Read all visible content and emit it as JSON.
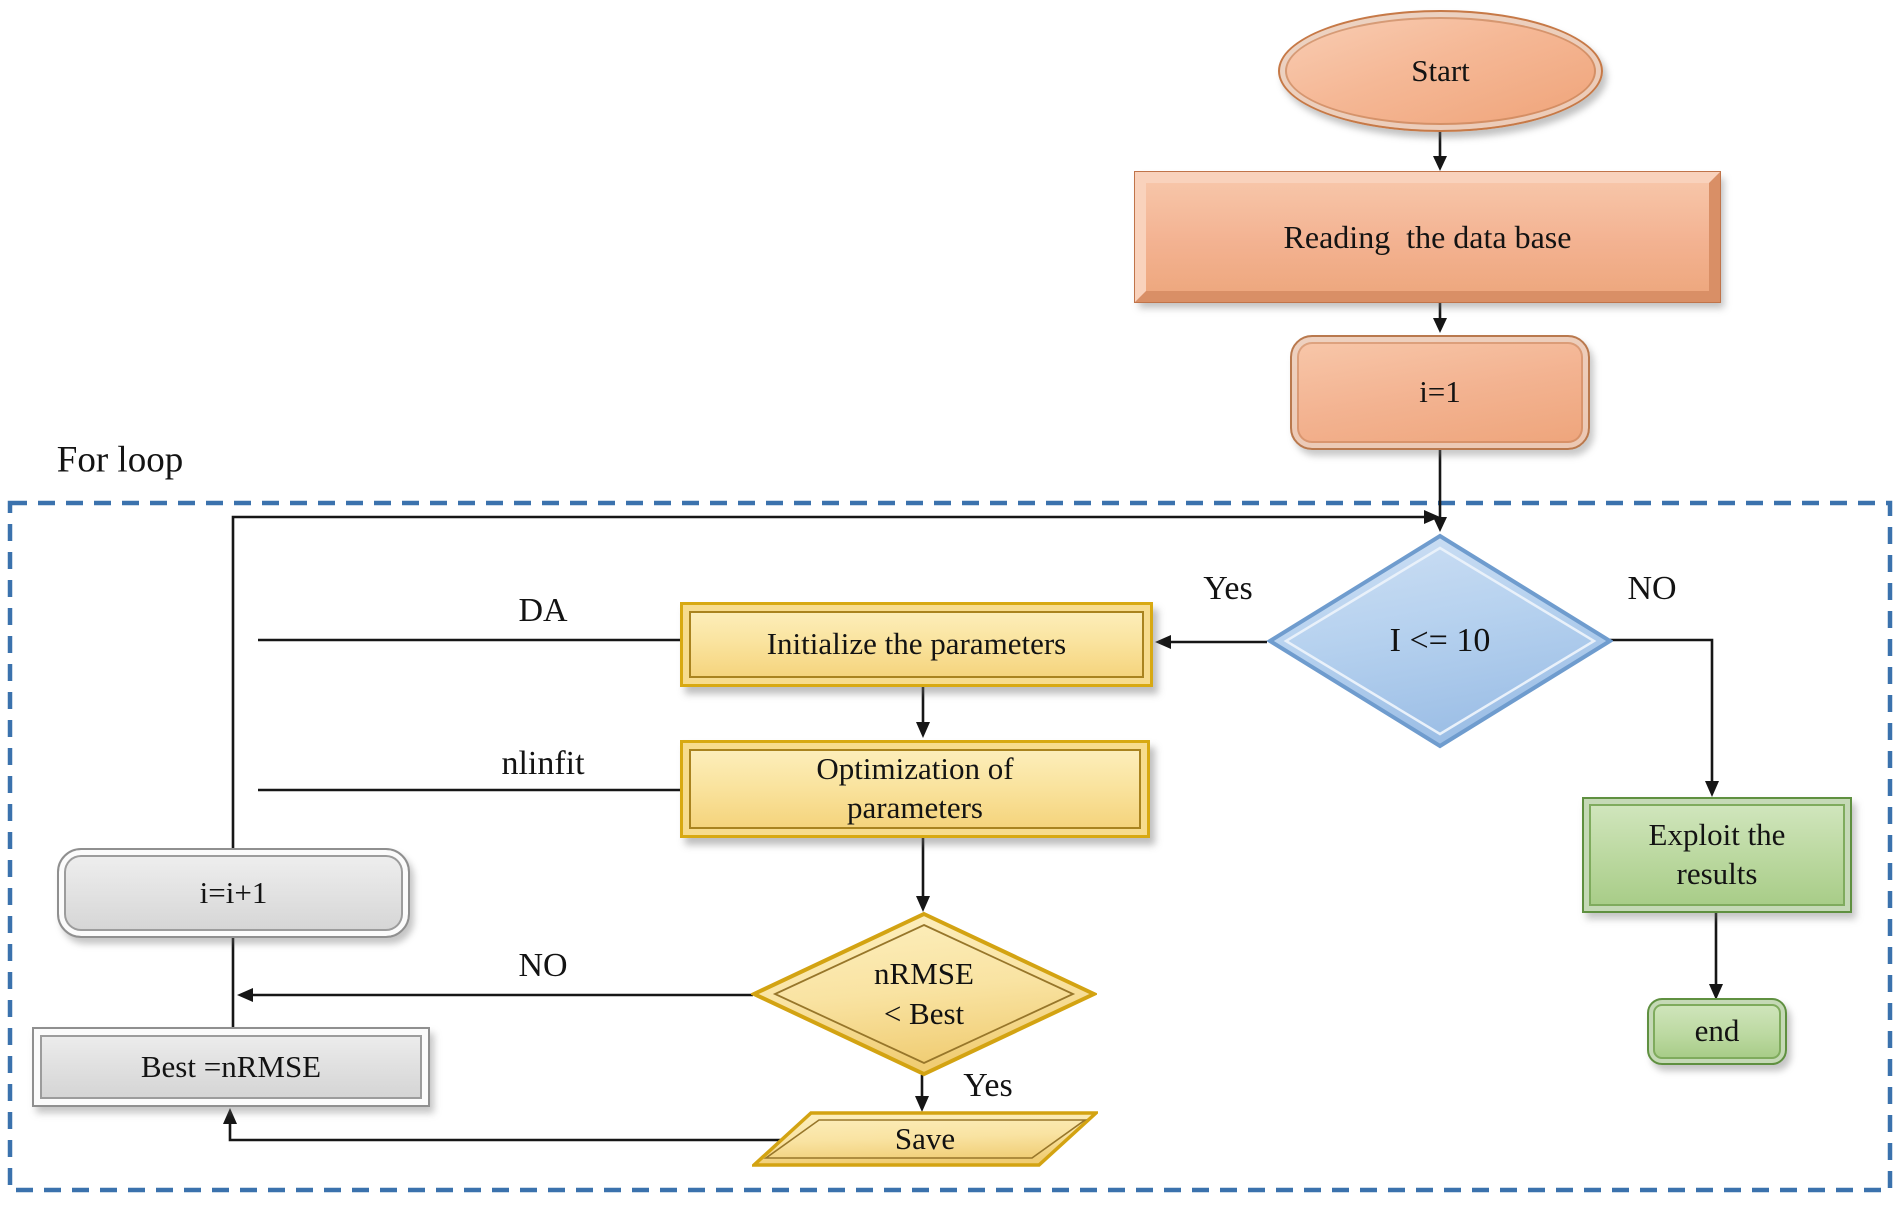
{
  "figure": {
    "type": "flowchart",
    "region_label": "For loop"
  },
  "nodes": {
    "start": {
      "label": "Start",
      "shape": "ellipse"
    },
    "read_db": {
      "label": "Reading  the data base",
      "shape": "process"
    },
    "init_i": {
      "label": "i=1",
      "shape": "rounded"
    },
    "loop_cond": {
      "label": "I <= 10",
      "shape": "decision"
    },
    "initialize": {
      "label": "Initialize the parameters",
      "shape": "process"
    },
    "optimize": {
      "label": "Optimization of\nparameters",
      "shape": "process"
    },
    "nrmse_cond": {
      "label": "nRMSE\n< Best",
      "shape": "decision"
    },
    "save": {
      "label": "Save",
      "shape": "data"
    },
    "increment": {
      "label": "i=i+1",
      "shape": "rounded"
    },
    "best": {
      "label": "Best =nRMSE",
      "shape": "process"
    },
    "exploit": {
      "label": "Exploit the\nresults",
      "shape": "process"
    },
    "end": {
      "label": "end",
      "shape": "rounded"
    }
  },
  "edge_labels": {
    "yes_loop": "Yes",
    "no_loop": "NO",
    "da": "DA",
    "nlinfit": "nlinfit",
    "no_nrmse": "NO",
    "yes_nrmse": "Yes"
  },
  "colors": {
    "salmon_fill": "#f3b291",
    "salmon_border": "#c67947",
    "blue_fill": "#b7d2ef",
    "blue_border": "#6f9cce",
    "yellow_fill": "#fae4a0",
    "yellow_border": "#d8a912",
    "gray_fill": "#e2e2e2",
    "gray_border": "#8f8f8f",
    "green_fill": "#bcd9a1",
    "green_border": "#5f9040",
    "dashed_border": "#3b72ad",
    "connector": "#161616"
  }
}
